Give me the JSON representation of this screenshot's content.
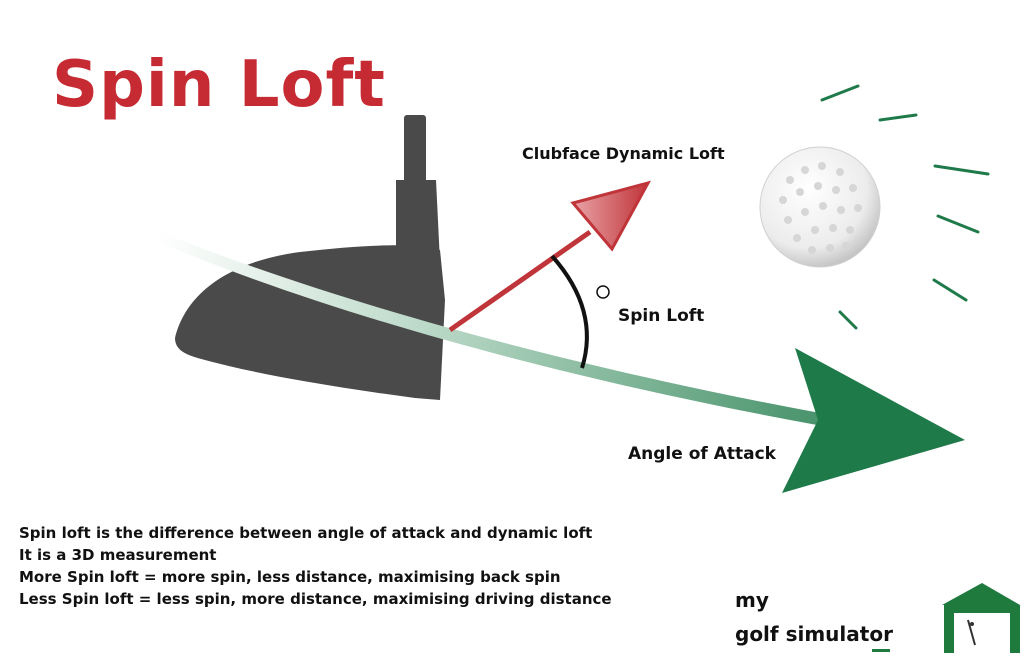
{
  "title": "Spin Loft",
  "labels": {
    "clubface_dynamic_loft": "Clubface Dynamic Loft",
    "spin_loft": "Spin Loft",
    "angle_of_attack": "Angle of Attack"
  },
  "notes": [
    "Spin loft is the difference between angle of attack and dynamic loft",
    "It is a 3D measurement",
    "More Spin loft = more spin, less distance, maximising back spin",
    "Less Spin loft = less spin, more distance, maximising driving distance"
  ],
  "logo": {
    "line1": "my",
    "line2": "golf simulator"
  },
  "colors": {
    "title": "#c62b33",
    "loft_arrow": "#c0353a",
    "attack_arrow": "#1f7a4a",
    "club_head": "#4a4a4a",
    "logo_green": "#1f7a3e"
  },
  "icons": [
    "club-head-icon",
    "golf-ball-icon",
    "garage-logo-icon"
  ]
}
